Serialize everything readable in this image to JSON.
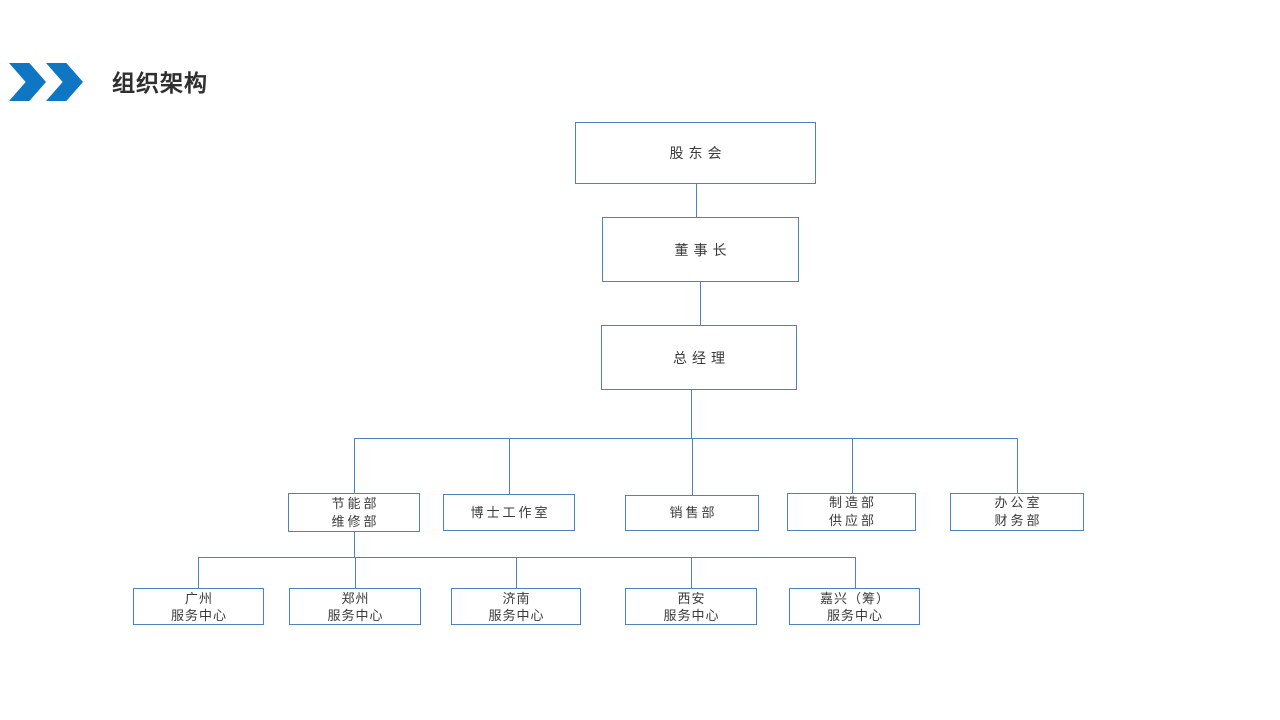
{
  "page": {
    "title": "组织架构"
  },
  "colors": {
    "background": "#ffffff",
    "chevron_blue": "#0f76c4",
    "box_border": "#4f81bd",
    "connector_line": "#4f81bd",
    "title_text": "#2f2f2f",
    "node_text": "#3a3a3a"
  },
  "chart": {
    "type": "org-chart",
    "nodes": [
      {
        "id": "shareholders-meeting",
        "level": 1,
        "parent": null,
        "lines": [
          "股东会",
          null
        ]
      },
      {
        "id": "chairman",
        "level": 2,
        "parent": "shareholders-meeting",
        "lines": [
          "董事长",
          null
        ]
      },
      {
        "id": "general-manager",
        "level": 3,
        "parent": "chairman",
        "lines": [
          "总经理",
          null
        ]
      },
      {
        "id": "energy-saving-maintenance-dept",
        "level": 4,
        "parent": "general-manager",
        "lines": [
          "节能部",
          "维修部"
        ]
      },
      {
        "id": "doctor-studio",
        "level": 4,
        "parent": "general-manager",
        "lines": [
          "博士工作室",
          null
        ]
      },
      {
        "id": "sales-dept",
        "level": 4,
        "parent": "general-manager",
        "lines": [
          "销售部",
          null
        ]
      },
      {
        "id": "manufacturing-supply-dept",
        "level": 4,
        "parent": "general-manager",
        "lines": [
          "制造部",
          "供应部"
        ]
      },
      {
        "id": "office-finance-dept",
        "level": 4,
        "parent": "general-manager",
        "lines": [
          "办公室",
          "财务部"
        ]
      },
      {
        "id": "guangzhou-service-center",
        "level": 5,
        "parent": "energy-saving-maintenance-dept",
        "lines": [
          "广州",
          "服务中心"
        ]
      },
      {
        "id": "zhengzhou-service-center",
        "level": 5,
        "parent": "energy-saving-maintenance-dept",
        "lines": [
          "郑州",
          "服务中心"
        ]
      },
      {
        "id": "jinan-service-center",
        "level": 5,
        "parent": "energy-saving-maintenance-dept",
        "lines": [
          "济南",
          "服务中心"
        ]
      },
      {
        "id": "xian-service-center",
        "level": 5,
        "parent": "energy-saving-maintenance-dept",
        "lines": [
          "西安",
          "服务中心"
        ]
      },
      {
        "id": "jiaxing-service-center",
        "level": 5,
        "parent": "energy-saving-maintenance-dept",
        "lines": [
          "嘉兴（筹）",
          "服务中心"
        ]
      }
    ]
  }
}
